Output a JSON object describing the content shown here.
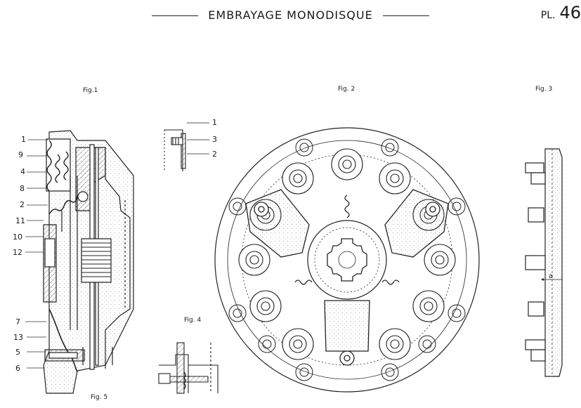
{
  "title": "EMBRAYAGE MONODISQUE",
  "plate": {
    "prefix": "PL.",
    "number": "46"
  },
  "figures": {
    "fig1": "Fig.1",
    "fig2": "Fig. 2",
    "fig3": "Fig. 3",
    "fig4": "Fig. 4",
    "fig5": "Fig. 5"
  },
  "fig1_callouts": [
    "1",
    "9",
    "4",
    "8",
    "2",
    "11",
    "10",
    "12",
    "7",
    "13",
    "5",
    "6"
  ],
  "fig4_callouts": [
    "1",
    "3",
    "2"
  ],
  "fig3_dimension": "a"
}
